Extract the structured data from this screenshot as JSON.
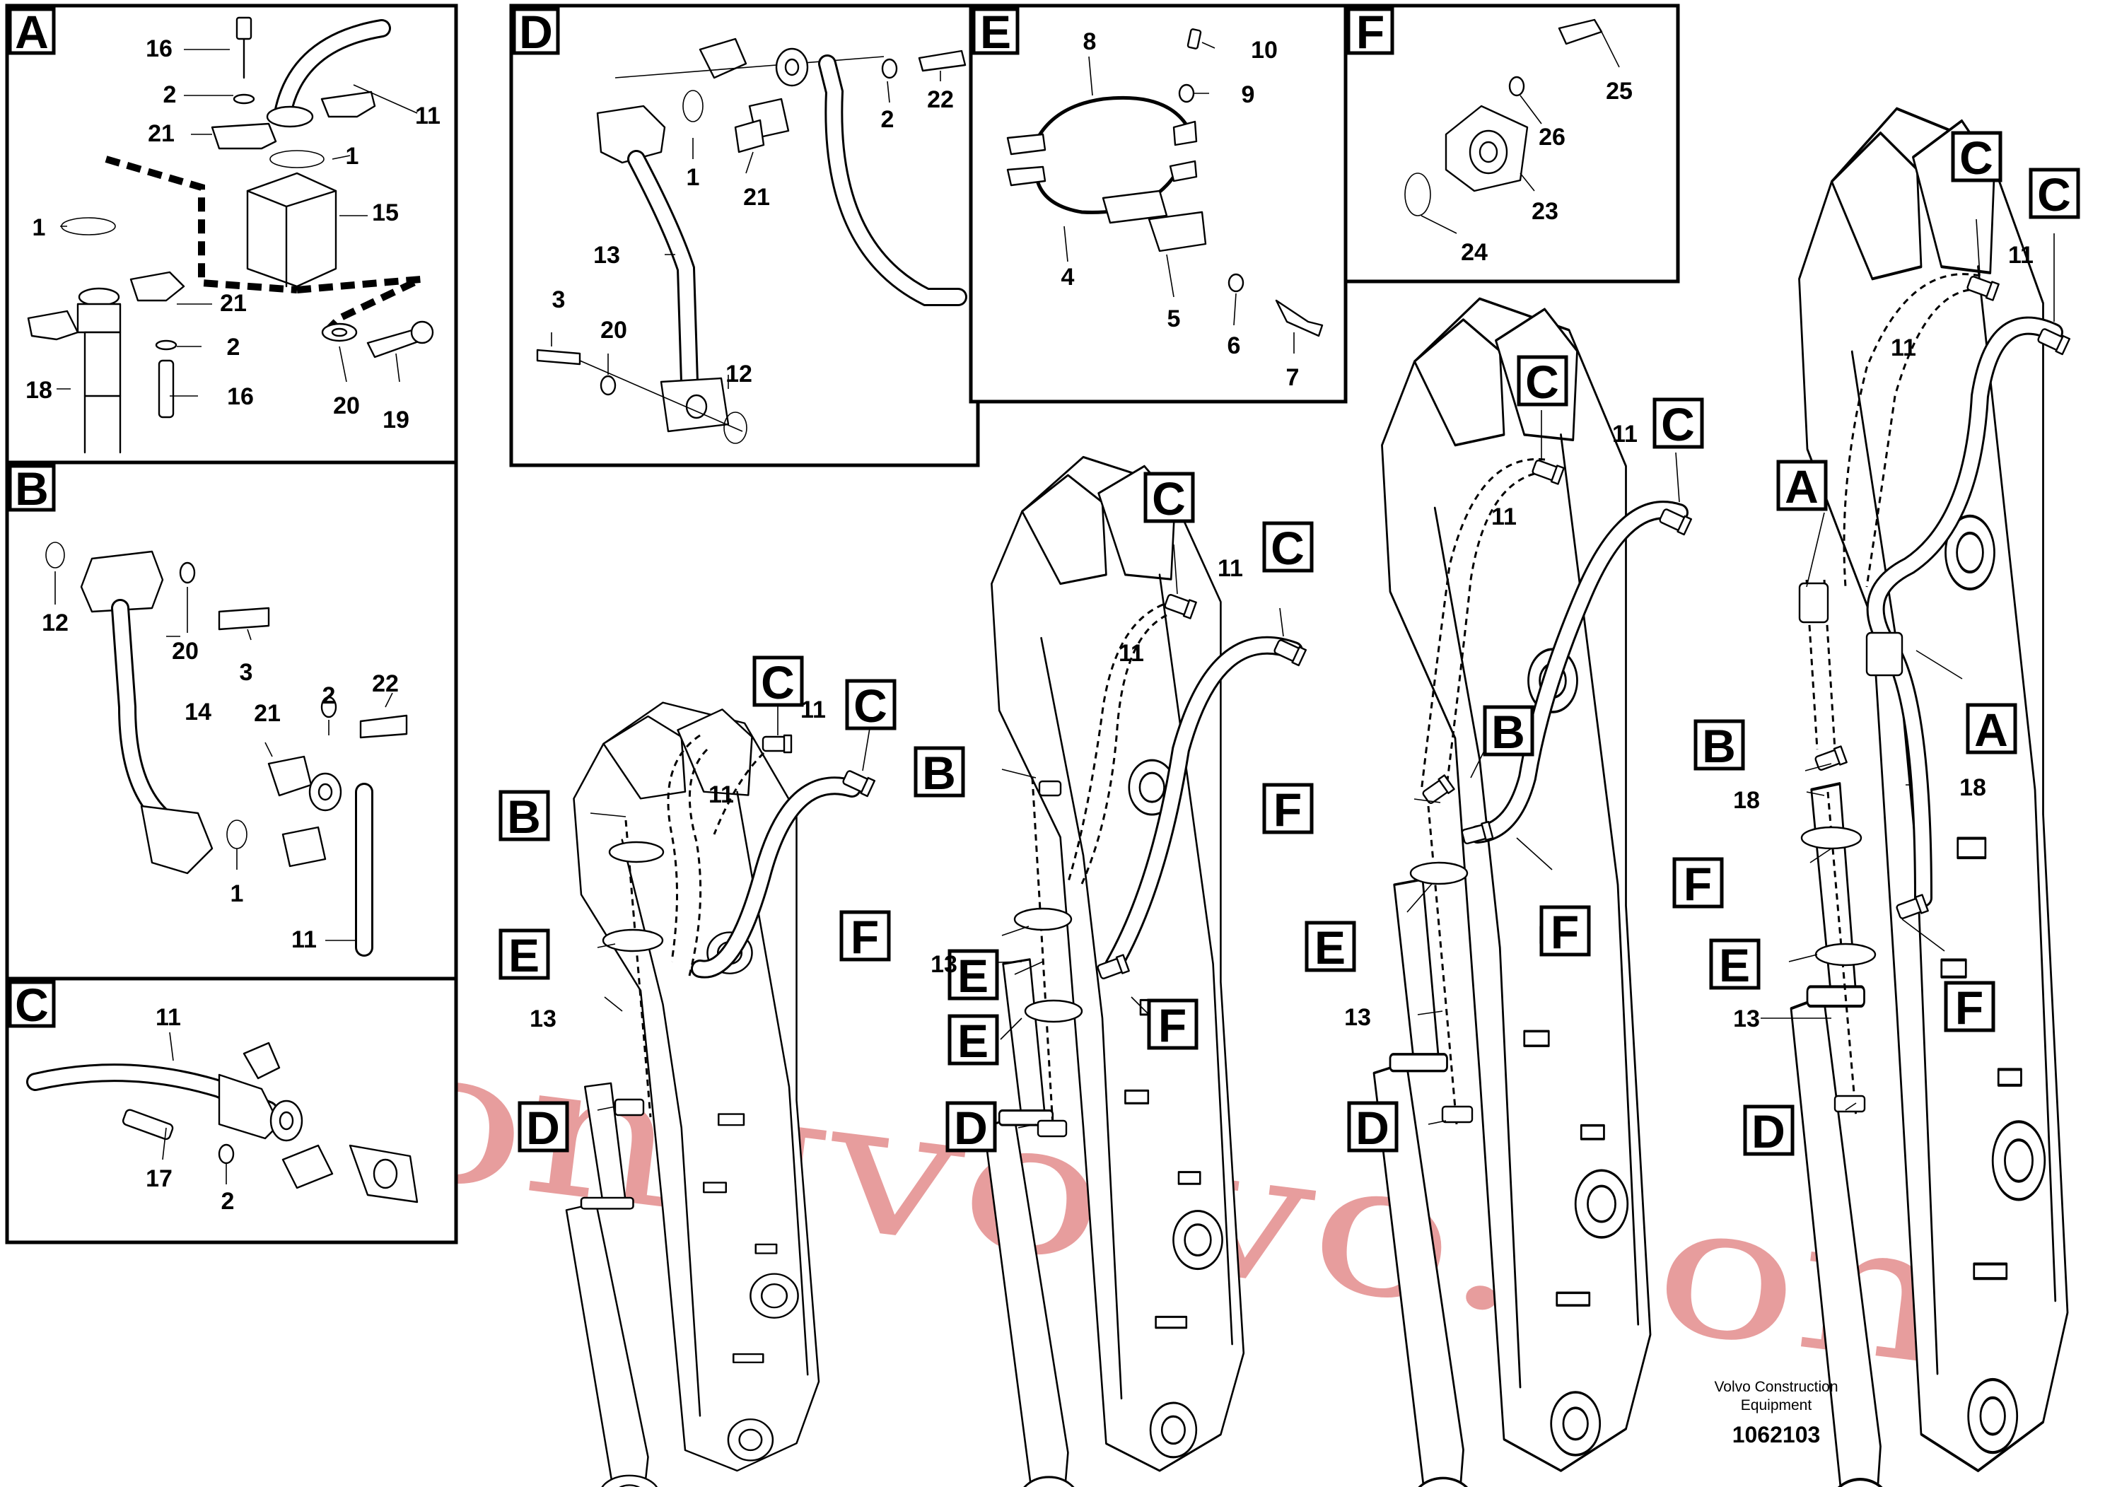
{
  "panels": {
    "a": {
      "title": "A",
      "callouts": [
        "16",
        "2",
        "11",
        "21",
        "1",
        "15",
        "1",
        "21",
        "2",
        "16",
        "18",
        "20",
        "19"
      ]
    },
    "b": {
      "title": "B",
      "callouts": [
        "12",
        "20",
        "3",
        "14",
        "22",
        "21",
        "2",
        "1",
        "11"
      ]
    },
    "c": {
      "title": "C",
      "callouts": [
        "11",
        "17",
        "2"
      ]
    },
    "d": {
      "title": "D",
      "callouts": [
        "22",
        "1",
        "2",
        "21",
        "13",
        "3",
        "20",
        "12"
      ]
    },
    "e": {
      "title": "E",
      "callouts": [
        "8",
        "10",
        "9",
        "4",
        "5",
        "6",
        "7"
      ]
    },
    "f": {
      "title": "F",
      "callouts": [
        "25",
        "26",
        "23",
        "24"
      ]
    }
  },
  "booms": [
    {
      "view_labels": [
        "C",
        "C",
        "B",
        "E",
        "D"
      ],
      "part_numbers": [
        "11",
        "11",
        "13"
      ]
    },
    {
      "view_labels": [
        "C",
        "C",
        "B",
        "F",
        "E",
        "E",
        "D",
        "F"
      ],
      "part_numbers": [
        "11",
        "11",
        "13"
      ]
    },
    {
      "view_labels": [
        "C",
        "C",
        "B",
        "F",
        "E",
        "F",
        "D"
      ],
      "part_numbers": [
        "11",
        "11",
        "13"
      ]
    },
    {
      "view_labels": [
        "C",
        "C",
        "A",
        "A",
        "B",
        "F",
        "E",
        "F",
        "D"
      ],
      "part_numbers": [
        "11",
        "11",
        "18",
        "18",
        "13"
      ]
    }
  ],
  "watermark": "strongvolvo.com",
  "footer": {
    "company_line1": "Volvo Construction",
    "company_line2": "Equipment",
    "drawing_number": "1062103"
  }
}
